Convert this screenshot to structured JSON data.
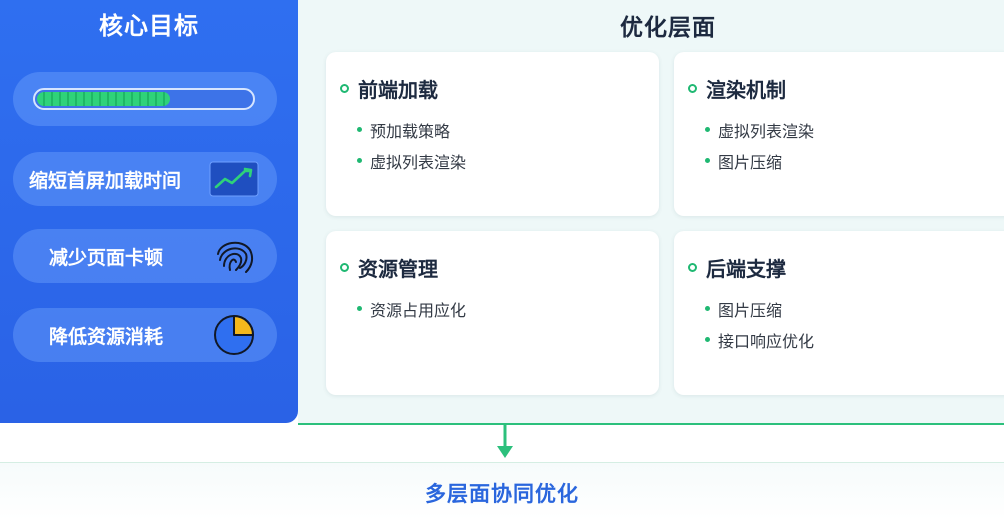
{
  "left": {
    "title": "核心目标",
    "progress": {
      "value": 0.62
    },
    "goals": [
      {
        "label": "缩短首屏加载时间",
        "icon": "trend-up-icon"
      },
      {
        "label": "减少页面卡顿",
        "icon": "swirl-icon"
      },
      {
        "label": "降低资源消耗",
        "icon": "pie-icon"
      }
    ]
  },
  "right": {
    "title": "优化层面",
    "cards": [
      {
        "title": "前端加载",
        "items": [
          "预加载策略",
          "虚拟列表渲染"
        ]
      },
      {
        "title": "渲染机制",
        "items": [
          "虚拟列表渲染",
          "图片压缩"
        ]
      },
      {
        "title": "资源管理",
        "items": [
          "资源占用应化"
        ]
      },
      {
        "title": "后端支撑",
        "items": [
          "图片压缩",
          "接口响应优化"
        ]
      }
    ]
  },
  "bottom": {
    "label": "多层面协同优化"
  },
  "colors": {
    "primary_blue": "#2f6ff0",
    "accent_green": "#1fb872",
    "pie_yellow": "#f4b81c",
    "text_dark": "#1d2a40"
  }
}
